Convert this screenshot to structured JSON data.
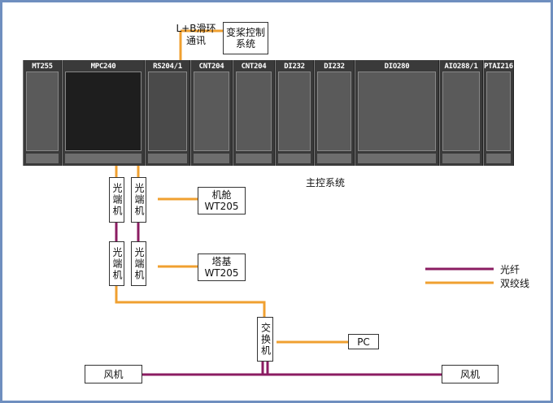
{
  "top_comm": {
    "line1": "L+B滑环",
    "line2": "通讯"
  },
  "pitch_box": {
    "line1": "变桨控制",
    "line2": "系统"
  },
  "modules": [
    "MT255",
    "MPC240",
    "RS204/1",
    "CNT204",
    "CNT204",
    "DI232",
    "DI232",
    "DIO280",
    "AIO288/1",
    "PTAI216"
  ],
  "main_label": "主控系统",
  "converter": "光端机",
  "nacelle": {
    "line1": "机舱",
    "line2": "WT205"
  },
  "tower": {
    "line1": "塔基",
    "line2": "WT205"
  },
  "switch": "交换机",
  "pc": "PC",
  "turbine_left": "风机",
  "turbine_right": "风机",
  "legend": {
    "fiber": "光纤",
    "twisted": "双绞线"
  },
  "colors": {
    "fiber": "#8b1c62",
    "twisted": "#f0a030",
    "frame": "#6f8fbf"
  }
}
